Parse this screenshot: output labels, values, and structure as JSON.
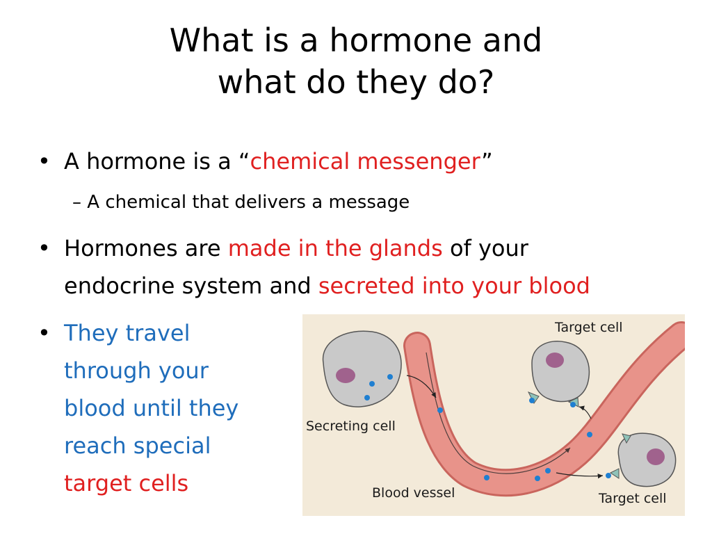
{
  "title": {
    "line1": "What is a hormone and",
    "line2": "what do they do?"
  },
  "bullet1": {
    "marker": "•",
    "text_a": "A hormone is a “",
    "highlight": "chemical messenger",
    "text_b": "”"
  },
  "sub1": {
    "marker": "–",
    "text": "A chemical that delivers a message"
  },
  "bullet2": {
    "marker": "•",
    "text_a": "Hormones are ",
    "highlight1": "made in the glands",
    "text_b": " of your",
    "text_c": "endocrine system and ",
    "highlight2": "secreted into your blood"
  },
  "bullet3": {
    "marker": "•",
    "lines": [
      "They travel",
      "through your",
      "blood until they",
      "reach special"
    ],
    "highlight": "target cells"
  },
  "figure": {
    "labels": {
      "target_top": "Target cell",
      "secreting": "Secreting cell",
      "blood_vessel": "Blood vessel",
      "target_bottom": "Target cell"
    },
    "colors": {
      "background": "#f3ead9",
      "vessel": "#e8938a",
      "vessel_edge": "#c9655d",
      "cell": "#c9c9c9",
      "nucleus": "#a0628d",
      "hormone": "#1f7fd1",
      "receptor": "#8fc2b8"
    }
  },
  "colors": {
    "highlight_red": "#e02020",
    "highlight_blue": "#1f6dbb"
  }
}
